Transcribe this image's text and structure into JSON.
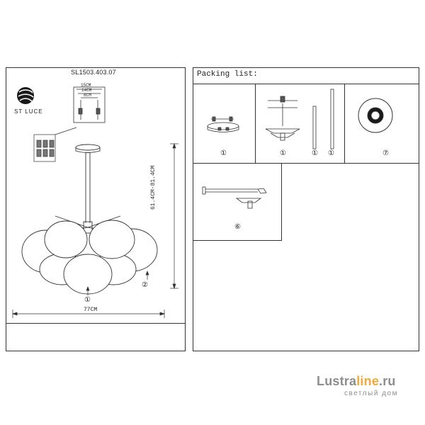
{
  "sheet": {
    "model_code": "SL1503.403.07",
    "packing_list_title": "Packing list:"
  },
  "brand": {
    "name": "ST LUCE"
  },
  "dimensions": {
    "canopy_15": "15CM",
    "canopy_14": "14CM",
    "canopy_8": "8CM",
    "height": "61.4CM-81.4CM",
    "width": "77CM"
  },
  "callouts": {
    "main_one": "①",
    "main_two": "②",
    "pack_one_a": "①",
    "pack_one_b": "①",
    "pack_one_c": "①",
    "pack_one_d": "①",
    "pack_seven": "⑦",
    "pack_six": "⑥"
  },
  "watermark": {
    "prefix": "Lustra",
    "accent": "line",
    "suffix": ".ru",
    "subtitle": "светлый дом"
  }
}
